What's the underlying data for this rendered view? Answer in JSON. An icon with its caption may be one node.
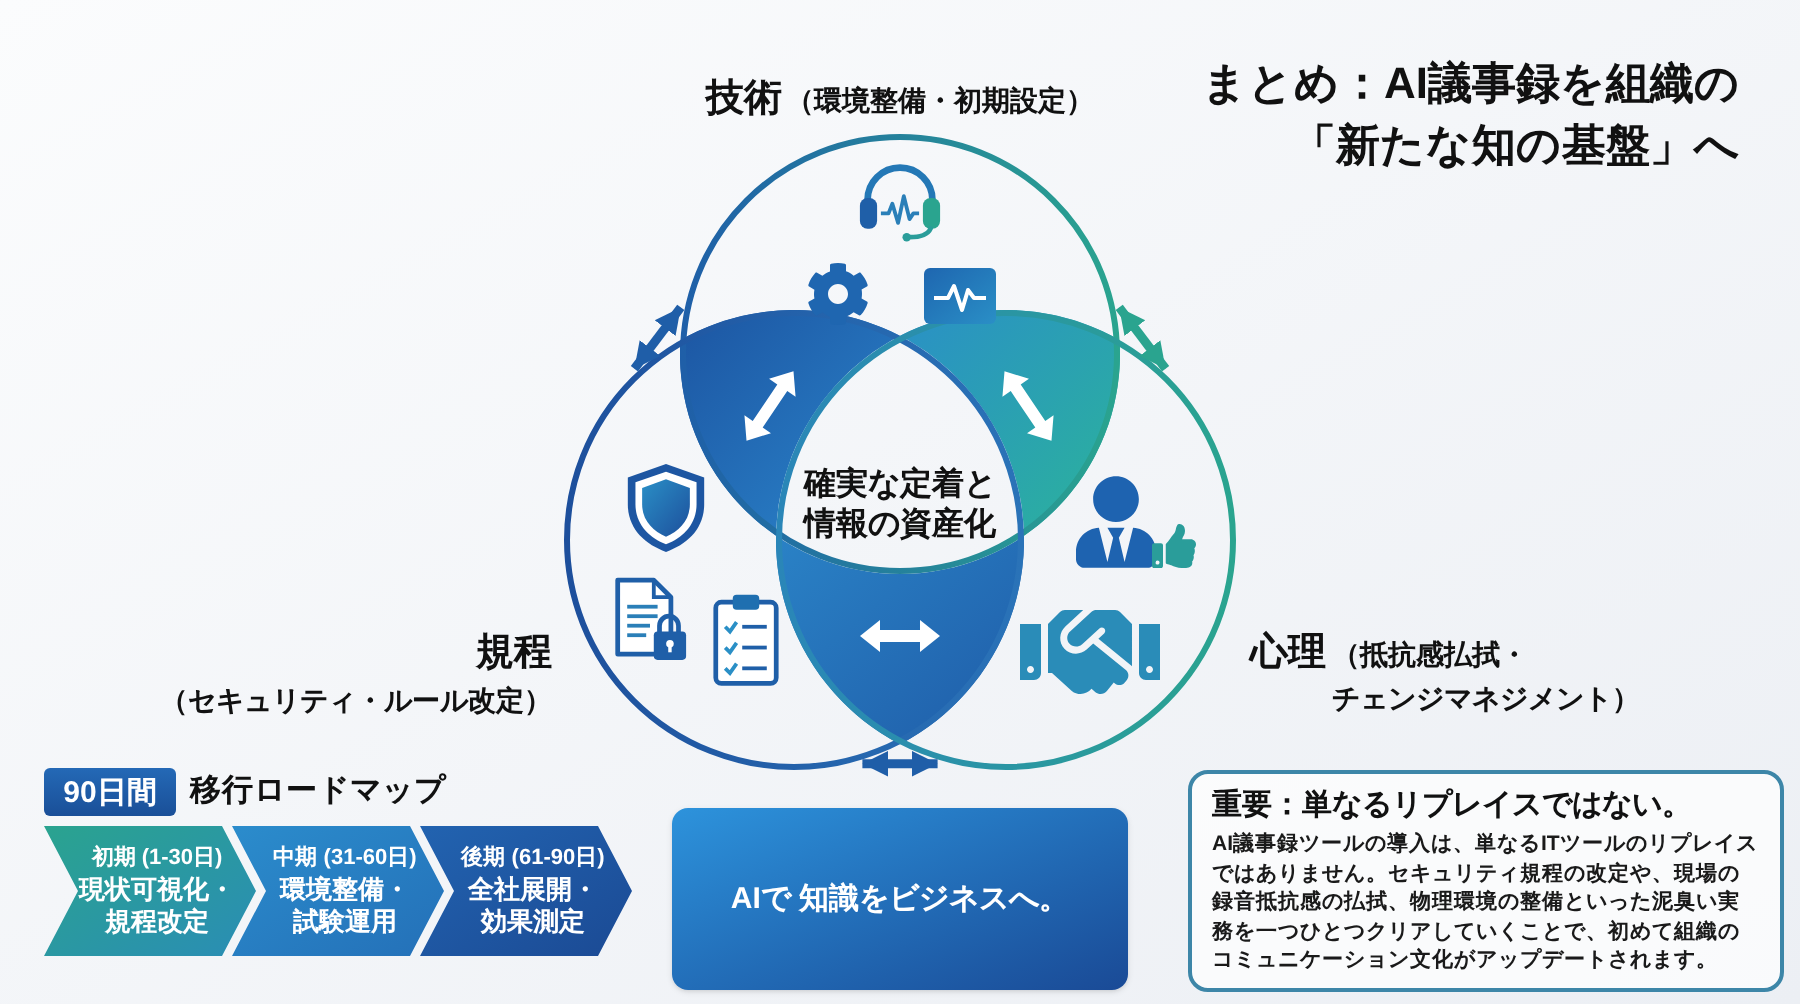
{
  "diagram": {
    "title": "まとめ：AI議事録を組織の「新たな知の基盤」へ",
    "nodes": [
      {
        "text": [
          "技術",
          "（環境整備・初期設定）"
        ]
      },
      {
        "text": [
          "規程",
          "（セキュリティ・ルール改定）"
        ]
      },
      {
        "text": [
          "心理",
          "（抵抗感払拭・チェンジマネジメント）"
        ]
      },
      {
        "text": [
          "確実な定着と情報の資産化"
        ]
      },
      {
        "text": [
          "90日間"
        ],
        "beside": [
          "移行ロードマップ"
        ]
      },
      {
        "text": [
          "初期 (1-30日)",
          "現状可視化・規程改定"
        ]
      },
      {
        "text": [
          "中期 (31-60日)",
          "環境整備・試験運用"
        ]
      },
      {
        "text": [
          "後期 (61-90日)",
          "全社展開・効果測定"
        ]
      },
      {
        "text": [
          "AIで 知識をビジネスへ。"
        ]
      },
      {
        "text": [
          "重要：単なるリプレイスではない。",
          "AI議事録ツールの導入は、単なるITツールのリプレイスではありません。セキュリティ規程の改定や、現場の録音抵抗感の払拭、物理環境の整備といった泥臭い実務を一つひとつクリアしていくことで、初めて組織のコミュニケーション文化がアップデートされます。"
        ]
      }
    ],
    "edges": [
      {
        "from": 0,
        "to": 1,
        "arrow": "both"
      },
      {
        "from": 0,
        "to": 2,
        "arrow": "both",
        "color": "#2aa48f"
      },
      {
        "from": 1,
        "to": 2,
        "arrow": "both"
      }
    ]
  }
}
